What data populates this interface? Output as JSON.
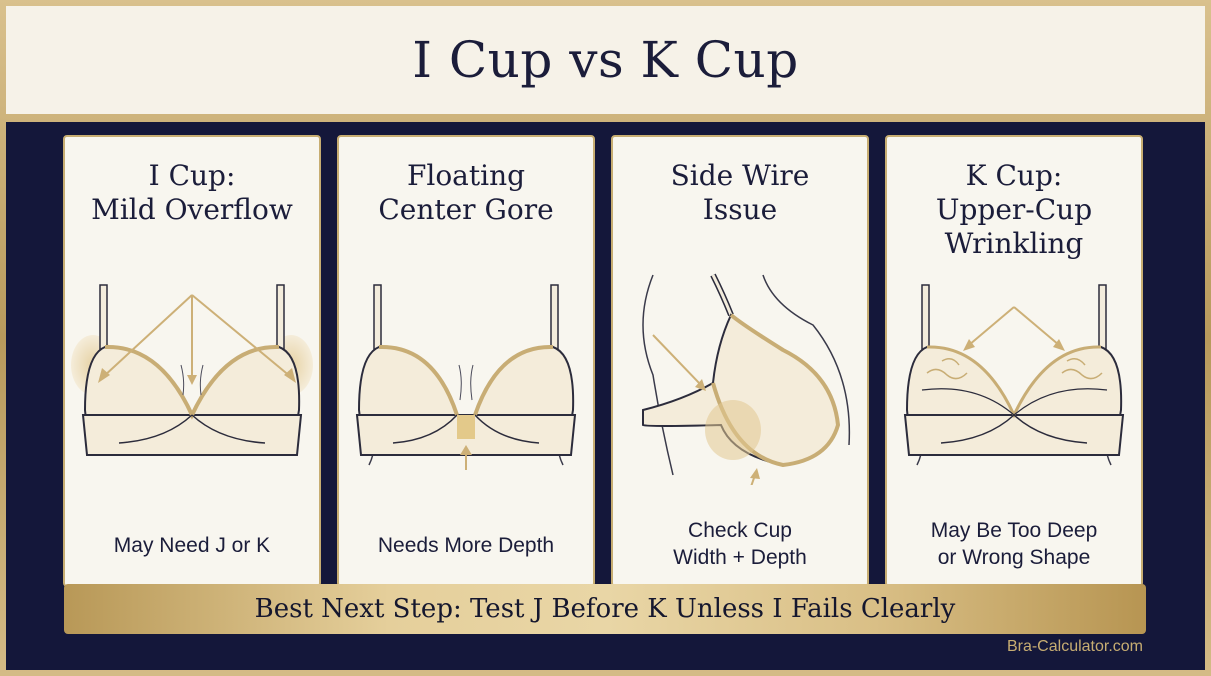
{
  "title": "I Cup vs K Cup",
  "cards": [
    {
      "title_lines": [
        "I Cup:",
        "Mild Overflow"
      ],
      "caption_lines": [
        "May Need J or K"
      ]
    },
    {
      "title_lines": [
        "Floating",
        "Center Gore"
      ],
      "caption_lines": [
        "Needs More Depth"
      ]
    },
    {
      "title_lines": [
        "Side Wire",
        "Issue"
      ],
      "caption_lines": [
        "Check Cup",
        "Width + Depth"
      ]
    },
    {
      "title_lines": [
        "K Cup:",
        "Upper-Cup",
        "Wrinkling"
      ],
      "caption_lines": [
        "May Be Too Deep",
        "or Wrong Shape"
      ]
    }
  ],
  "banner": "Best Next Step: Test J Before K Unless I Fails Clearly",
  "site": "Bra-Calculator.com",
  "colors": {
    "navy": "#14173a",
    "gold": "#c7ad72",
    "cream": "#f8f6ef",
    "text": "#1b1d3a"
  }
}
